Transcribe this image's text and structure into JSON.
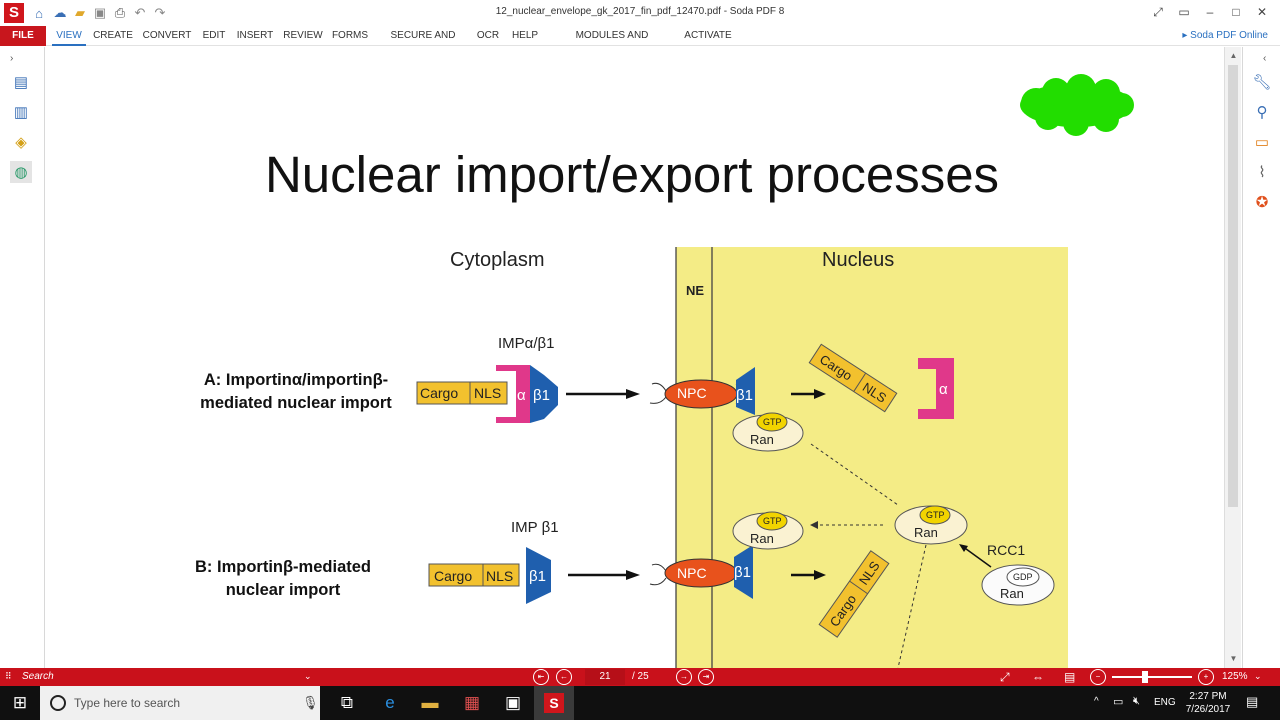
{
  "app": {
    "icon_letter": "S",
    "title": "12_nuclear_envelope_gk_2017_fin_pdf_12470.pdf   -   Soda PDF 8"
  },
  "ribbon": {
    "file": "FILE",
    "tabs": [
      "VIEW",
      "CREATE",
      "CONVERT",
      "EDIT",
      "INSERT",
      "REVIEW",
      "FORMS",
      "SECURE AND SIGN",
      "OCR",
      "HELP",
      "MODULES AND PACKAGES",
      "ACTIVATE"
    ],
    "online": "Soda PDF Online"
  },
  "slide": {
    "title": "Nuclear import/export processes",
    "cytoplasm": "Cytoplasm",
    "nucleus": "Nucleus",
    "ne": "NE",
    "row_a": {
      "line1": "A: Importinα/importinβ-",
      "line2": "mediated nuclear import",
      "complex_label": "IMPα/β1"
    },
    "row_b": {
      "line1": "B: Importinβ-mediated",
      "line2": "nuclear import",
      "complex_label": "IMP β1"
    },
    "cargo": "Cargo",
    "nls": "NLS",
    "alpha": "α",
    "beta1": "β1",
    "npc": "NPC",
    "gtp": "GTP",
    "gdp": "GDP",
    "ran": "Ran",
    "rcc1": "RCC1"
  },
  "status": {
    "search": "Search",
    "page": "21",
    "total": "/ 25",
    "zoom": "125%"
  },
  "taskbar": {
    "search_placeholder": "Type here to search",
    "lang": "ENG",
    "time": "2:27 PM",
    "date": "7/26/2017"
  },
  "colors": {
    "accent_red": "#c9111b",
    "cargo": "#f2c12e",
    "importin_alpha": "#e0388a",
    "importin_beta": "#1f5fae",
    "npc": "#e8521c",
    "nucleus_bg": "#f4ec86",
    "cloud": "#22dd00"
  }
}
